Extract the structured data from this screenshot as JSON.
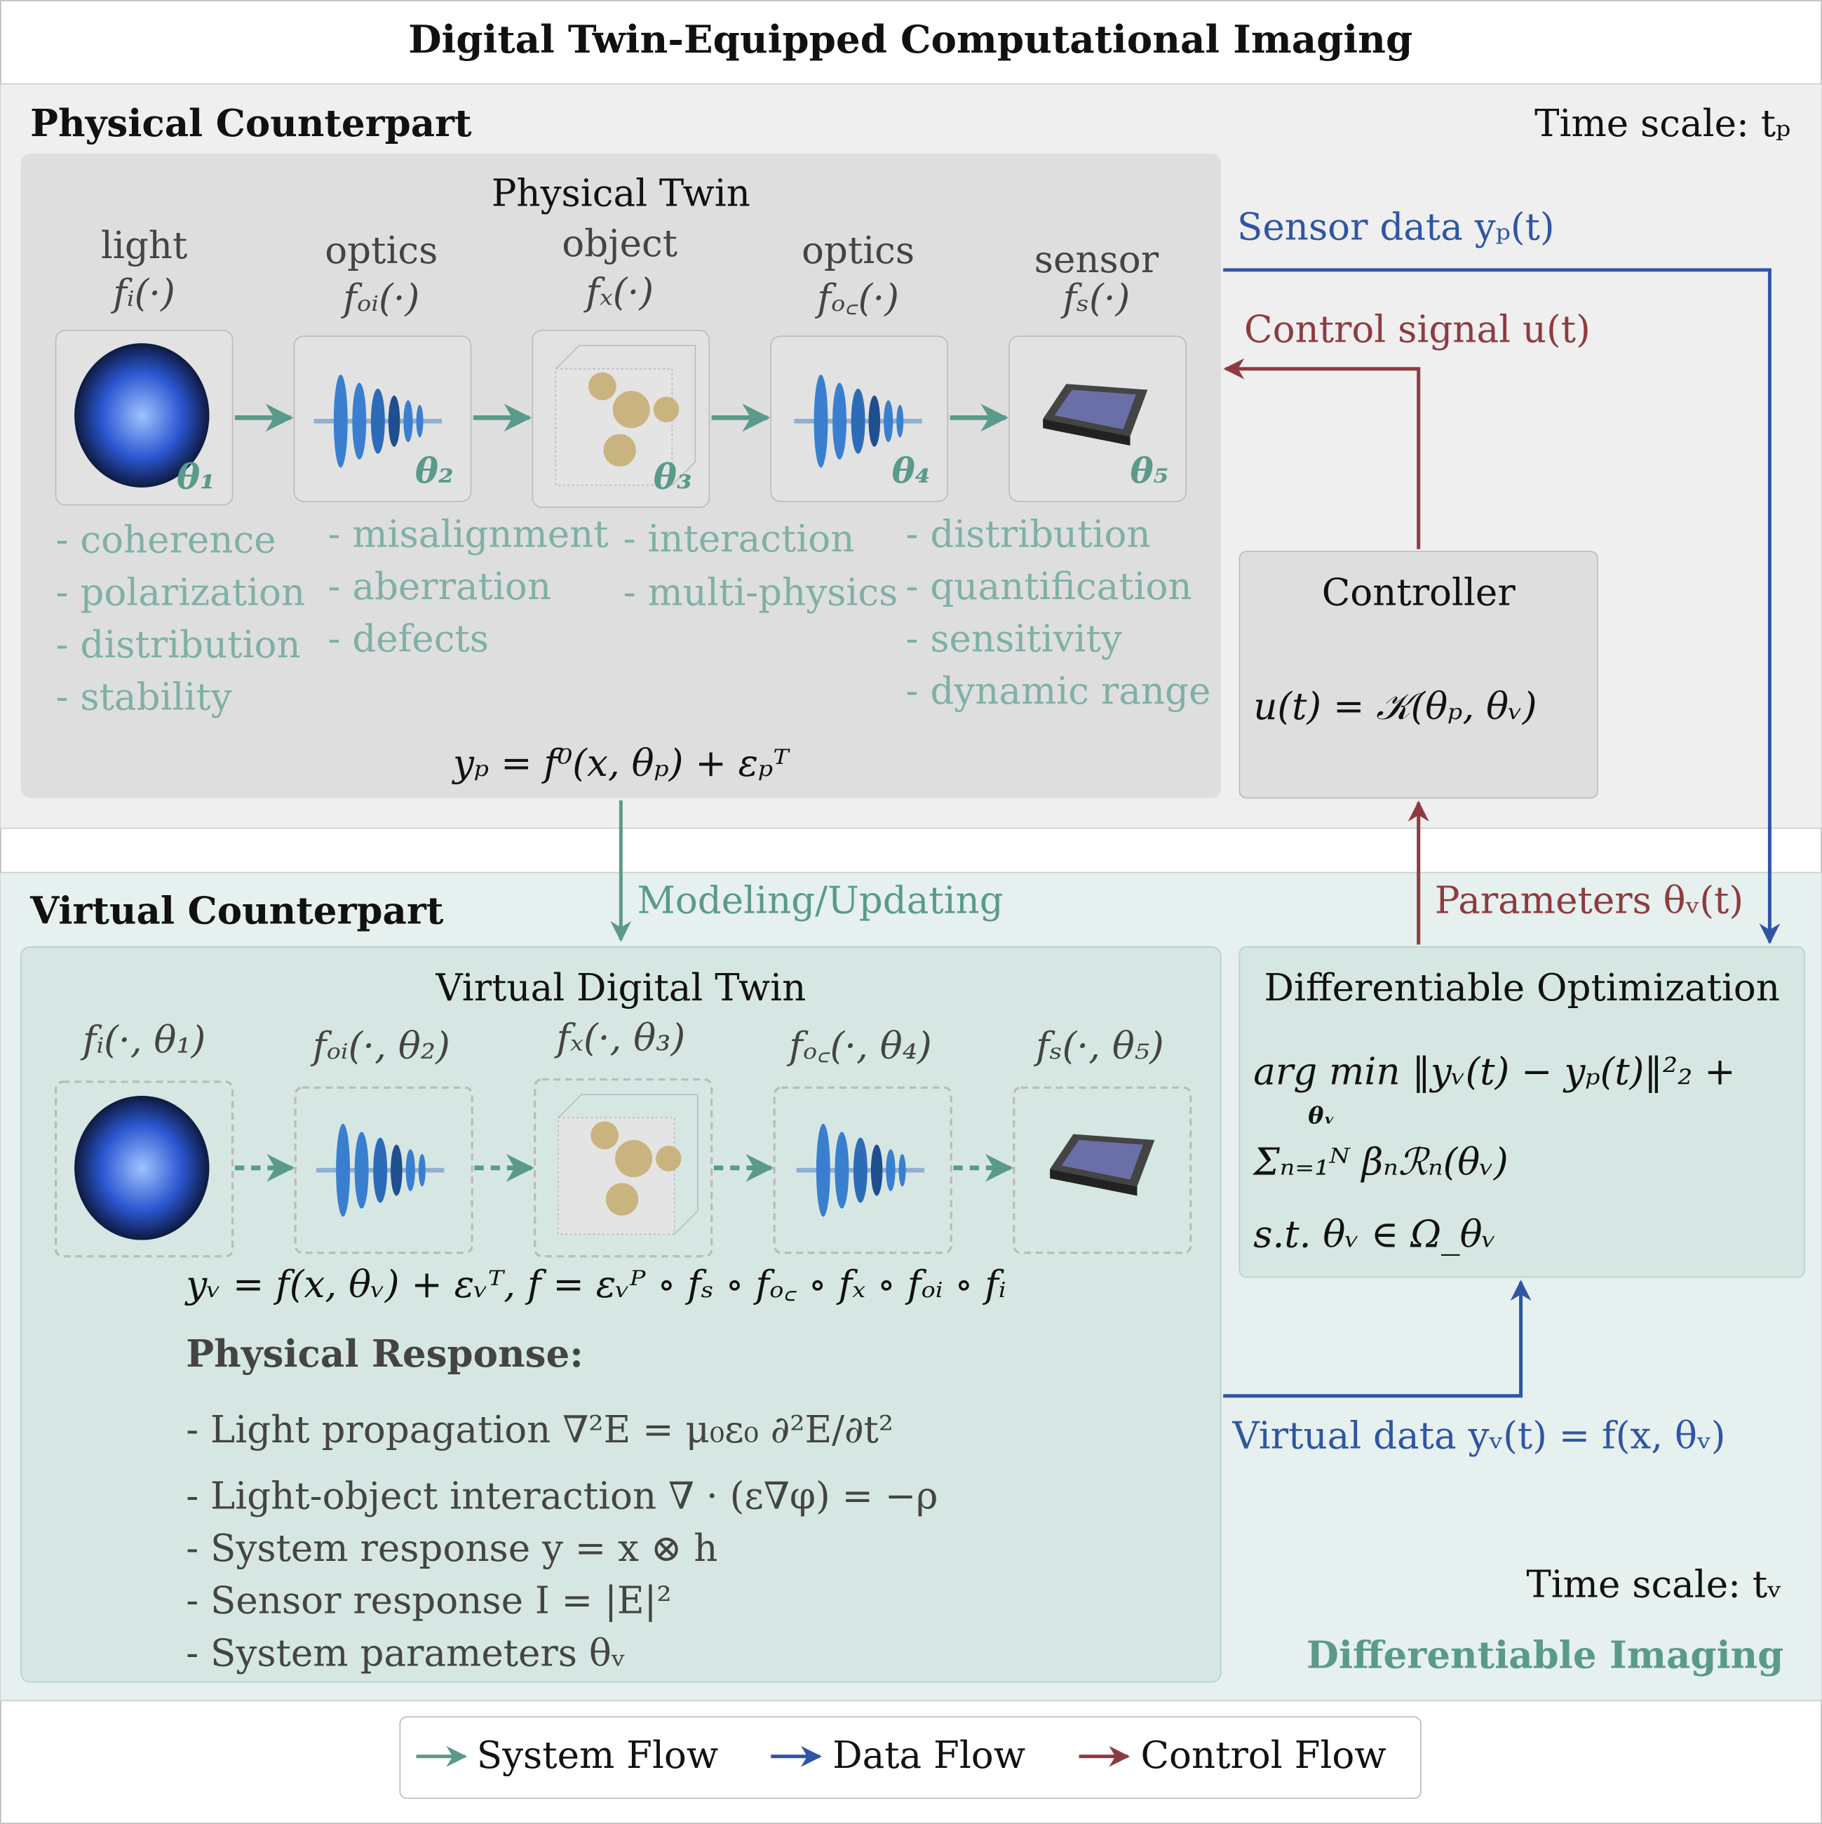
{
  "title": "Digital Twin-Equipped Computational Imaging",
  "colors": {
    "system_flow": "#5a9a8a",
    "data_flow": "#2f55a4",
    "control_flow": "#8e3b40",
    "physical_bg": "#efefef",
    "virtual_bg": "#e6f0ee"
  },
  "physical": {
    "heading": "Physical Counterpart",
    "time_scale": "Time scale:  tₚ",
    "twin_title": "Physical Twin",
    "stages": [
      {
        "name": "light",
        "func": "fᵢ(·)",
        "param": "θ₁",
        "icon": "led-icon",
        "props": [
          "- coherence",
          "- polarization",
          "- distribution",
          "- stability"
        ]
      },
      {
        "name": "optics",
        "func": "fₒᵢ(·)",
        "param": "θ₂",
        "icon": "lens-icon",
        "props": [
          "- misalignment",
          "- aberration",
          "- defects"
        ]
      },
      {
        "name": "object",
        "func": "fₓ(·)",
        "param": "θ₃",
        "icon": "virus-cube-icon",
        "props": [
          "- interaction",
          "- multi-physics"
        ]
      },
      {
        "name": "optics",
        "func": "fₒ꜀(·)",
        "param": "θ₄",
        "icon": "lens-icon",
        "props": [
          "- distribution",
          "- quantification",
          "- sensitivity",
          "- dynamic range"
        ]
      },
      {
        "name": "sensor",
        "func": "fₛ(·)",
        "param": "θ₅",
        "icon": "sensor-chip-icon",
        "props": []
      }
    ],
    "equation": "yₚ = f⁰(x, θₚ) + εₚᵀ"
  },
  "controller": {
    "title": "Controller",
    "equation": "u(t) = 𝒦(θₚ, θᵥ)"
  },
  "flows": {
    "sensor_data": "Sensor data yₚ(t)",
    "control_signal": "Control signal u(t)",
    "modeling": "Modeling/Updating",
    "parameters": "Parameters θᵥ(t)",
    "virtual_data": "Virtual data yᵥ(t) = f(x, θᵥ)"
  },
  "virtual": {
    "heading": "Virtual Counterpart",
    "twin_title": "Virtual Digital Twin",
    "funcs": [
      "fᵢ(·, θ₁)",
      "fₒᵢ(·, θ₂)",
      "fₓ(·, θ₃)",
      "fₒ꜀(·, θ₄)",
      "fₛ(·, θ₅)"
    ],
    "equation": "yᵥ = f(x, θᵥ) + εᵥᵀ,  f = εᵥᴾ ∘ fₛ ∘ fₒ꜀ ∘ fₓ ∘ fₒᵢ ∘ fᵢ",
    "response_title": "Physical Response:",
    "responses": [
      "- Light propagation ∇²E = μ₀ε₀ ∂²E/∂t²",
      "- Light-object interaction ∇ · (ε∇φ) = −ρ",
      "- System response y = x ⊗ h",
      "- Sensor response I = |E|²",
      "- System parameters θᵥ"
    ],
    "time_scale": "Time scale:  tᵥ",
    "footer_label": "Differentiable Imaging"
  },
  "optimization": {
    "title": "Differentiable Optimization",
    "line1": "arg min ‖yᵥ(t) − yₚ(t)‖²₂ +",
    "line1_sub": "θᵥ",
    "line2": "Σₙ₌₁ᴺ βₙℛₙ(θᵥ)",
    "line3": "s.t. θᵥ ∈ Ω_θᵥ"
  },
  "legend": [
    {
      "label": "System Flow",
      "color": "#5a9a8a"
    },
    {
      "label": "Data Flow",
      "color": "#2f55a4"
    },
    {
      "label": "Control Flow",
      "color": "#8e3b40"
    }
  ]
}
